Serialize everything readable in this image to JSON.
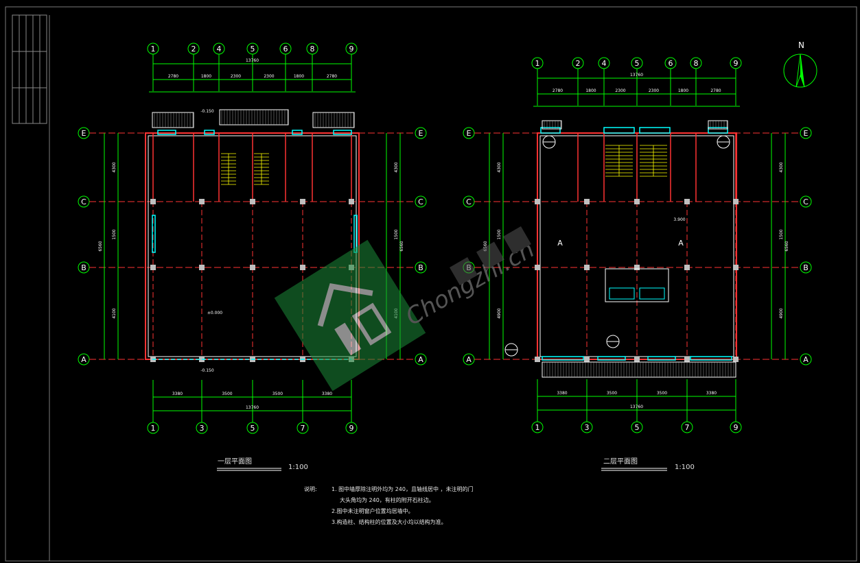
{
  "plan1": {
    "title": "一层平面图",
    "scale": "1:100",
    "top_axes": [
      "1",
      "2",
      "4",
      "5",
      "6",
      "8",
      "9"
    ],
    "bottom_axes": [
      "1",
      "3",
      "5",
      "7",
      "9"
    ],
    "side_axes": [
      "E",
      "C",
      "B",
      "A"
    ],
    "overall_dim": "13760",
    "top_dims": [
      "2780",
      "1800",
      "2300",
      "2300",
      "1800",
      "2780"
    ],
    "bottom_dims": [
      "3380",
      "3500",
      "3500",
      "3380"
    ],
    "left_dims": [
      "4300",
      "1500",
      "6560",
      "4100"
    ],
    "elev_top": "-0.150",
    "elev_mid": "±0.000",
    "elev_bottom": "-0.150"
  },
  "plan2": {
    "title": "二层平面图",
    "scale": "1:100",
    "top_axes": [
      "1",
      "2",
      "4",
      "5",
      "6",
      "8",
      "9"
    ],
    "bottom_axes": [
      "1",
      "3",
      "5",
      "7",
      "9"
    ],
    "side_axes": [
      "E",
      "C",
      "B",
      "A"
    ],
    "overall_dim": "13760",
    "top_dims": [
      "2780",
      "1800",
      "2300",
      "2300",
      "1800",
      "2780"
    ],
    "bottom_dims": [
      "3380",
      "3500",
      "3500",
      "3380"
    ],
    "left_dims": [
      "4300",
      "1500",
      "6560",
      "4900"
    ],
    "room_mark": "A",
    "elev_mark": "3.900"
  },
  "north": "N",
  "notes": {
    "label": "说明:",
    "line1": "1. 图中墙厚除注明外均为                     240，且轴线居中           ，未注明的门",
    "line1b": "大头角均为          240，有柱的附开石柱边。",
    "line2": "2.图中未注明窗户位置均居墙中。",
    "line3": "3.构造柱、结构柱的位置及大小均以结构为准。"
  },
  "watermark": "Chongzhi.cn",
  "colors": {
    "grid": "#00ff00",
    "wall": "#ff3333",
    "window": "#00ffff",
    "text": "#ffffff",
    "yellow": "#ffff00"
  }
}
